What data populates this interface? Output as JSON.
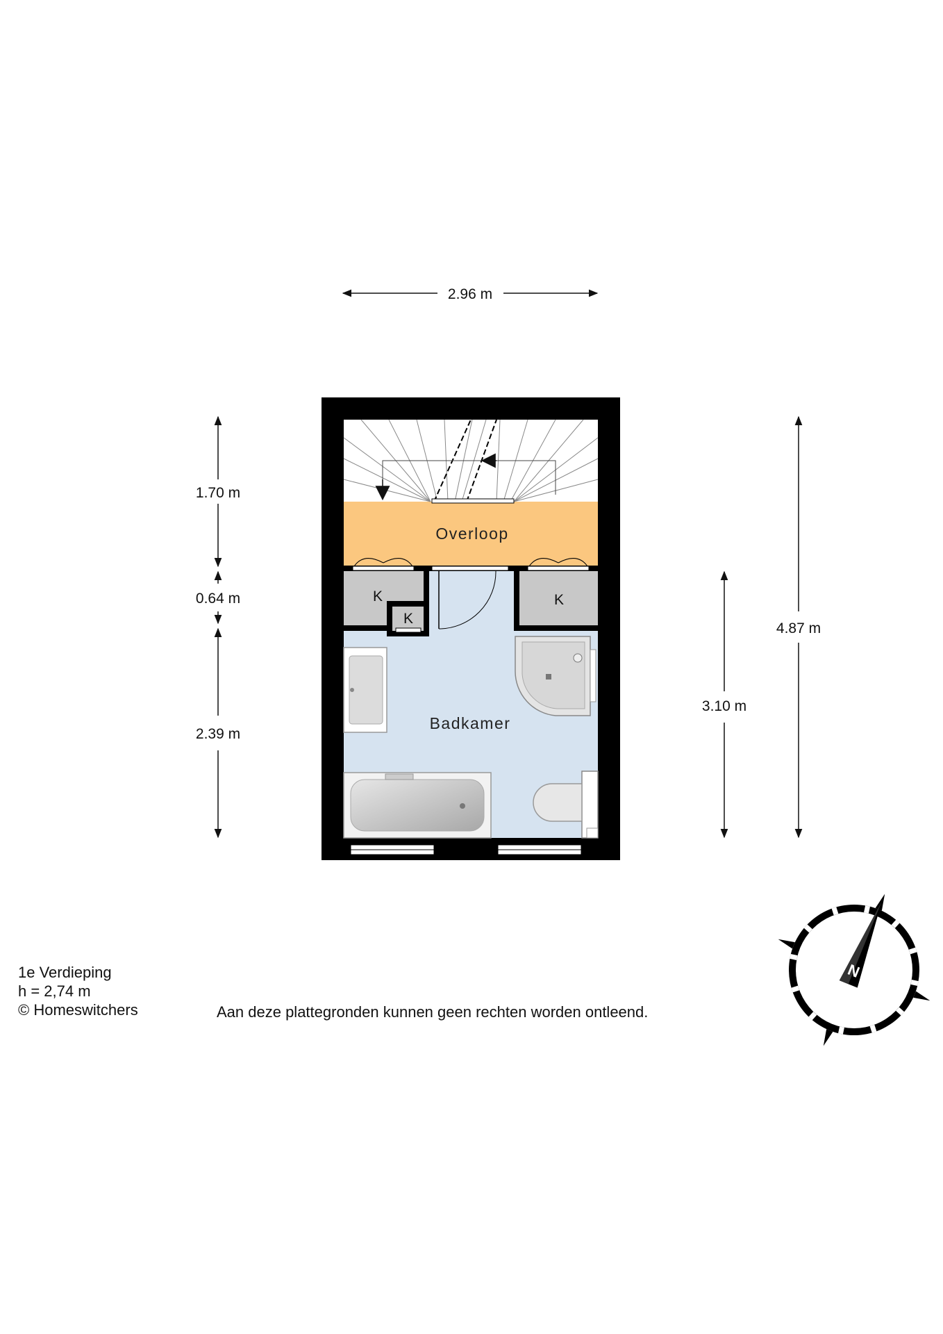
{
  "dimensions": {
    "width_top": "2.96 m",
    "left_upper": "1.70 m",
    "left_middle": "0.64 m",
    "left_lower": "2.39 m",
    "right_inner": "3.10 m",
    "right_outer": "4.87 m"
  },
  "rooms": {
    "landing": "Overloop",
    "bathroom": "Badkamer",
    "closet_left": "K",
    "closet_small": "K",
    "closet_right": "K"
  },
  "info": {
    "floor": "1e Verdieping",
    "height": "h = 2,74 m",
    "copyright": "© Homeswitchers"
  },
  "disclaimer": "Aan deze plattegronden kunnen geen rechten worden ontleend.",
  "compass": {
    "label": "N"
  },
  "colors": {
    "wall": "#000000",
    "landing": "#fbc77f",
    "bathroom": "#d6e3f0",
    "closet": "#c8c8c8"
  }
}
